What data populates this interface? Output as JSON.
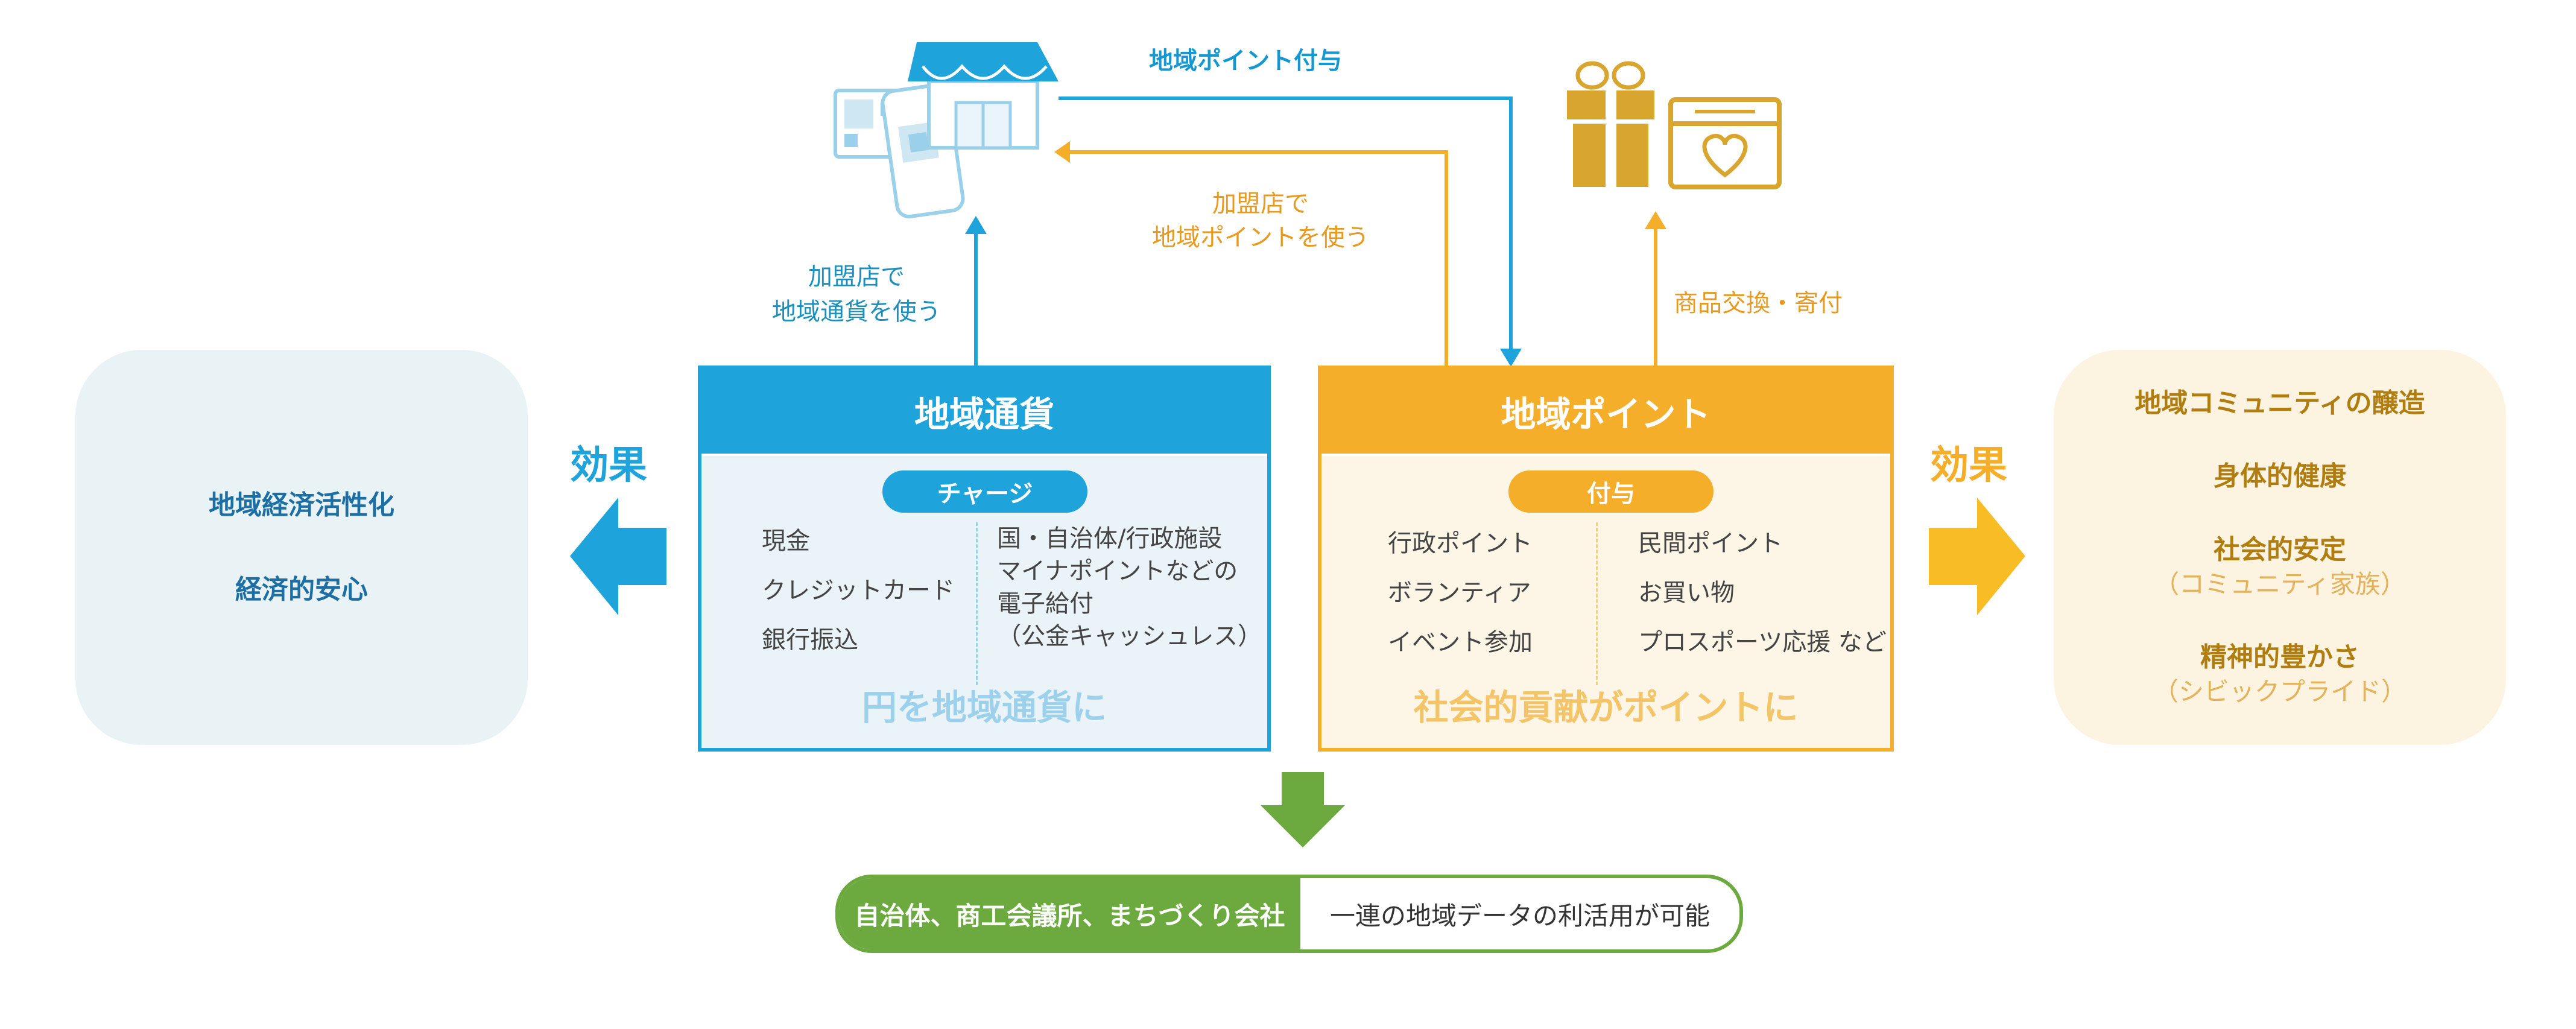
{
  "left_effect": {
    "items": [
      "地域経済活性化",
      "経済的安心"
    ],
    "color": "#1d6fa3"
  },
  "right_effect": {
    "items": [
      {
        "main": "地域コミュニティの醸造",
        "sub": ""
      },
      {
        "main": "身体的健康",
        "sub": ""
      },
      {
        "main": "社会的安定",
        "sub": "（コミュニティ家族）"
      },
      {
        "main": "精神的豊かさ",
        "sub": "（シビックプライド）"
      }
    ],
    "color": "#b07d10"
  },
  "effect_labels": {
    "left": "効果",
    "right": "効果"
  },
  "currency_box": {
    "title": "地域通貨",
    "pill": "チャージ",
    "left_items": [
      "現金",
      "クレジットカード",
      "銀行振込"
    ],
    "right_items": [
      "国・自治体/行政施設",
      "マイナポイントなどの",
      "電子給付",
      "（公金キャッシュレス）"
    ],
    "slogan": "円を地域通貨に",
    "color": "#1ea3db"
  },
  "point_box": {
    "title": "地域ポイント",
    "pill": "付与",
    "left_items": [
      "行政ポイント",
      "ボランティア",
      "イベント参加"
    ],
    "right_items": [
      "民間ポイント",
      "お買い物",
      "プロスポーツ応援 など"
    ],
    "slogan": "社会的貢献がポイントに",
    "color": "#f4ae2a"
  },
  "flow_labels": {
    "point_grant": "地域ポイント付与",
    "use_points_line1": "加盟店で",
    "use_points_line2": "地域ポイントを使う",
    "use_currency_line1": "加盟店で",
    "use_currency_line2": "地域通貨を使う",
    "exchange": "商品交換・寄付"
  },
  "icons": {
    "store": "store-qr-icon",
    "gift": "gift-icon",
    "donation": "donation-box-icon"
  },
  "bottom_bar": {
    "left": "自治体、商工会議所、まちづくり会社",
    "right": "一連の地域データの利活用が可能",
    "color": "#6caa3f"
  }
}
